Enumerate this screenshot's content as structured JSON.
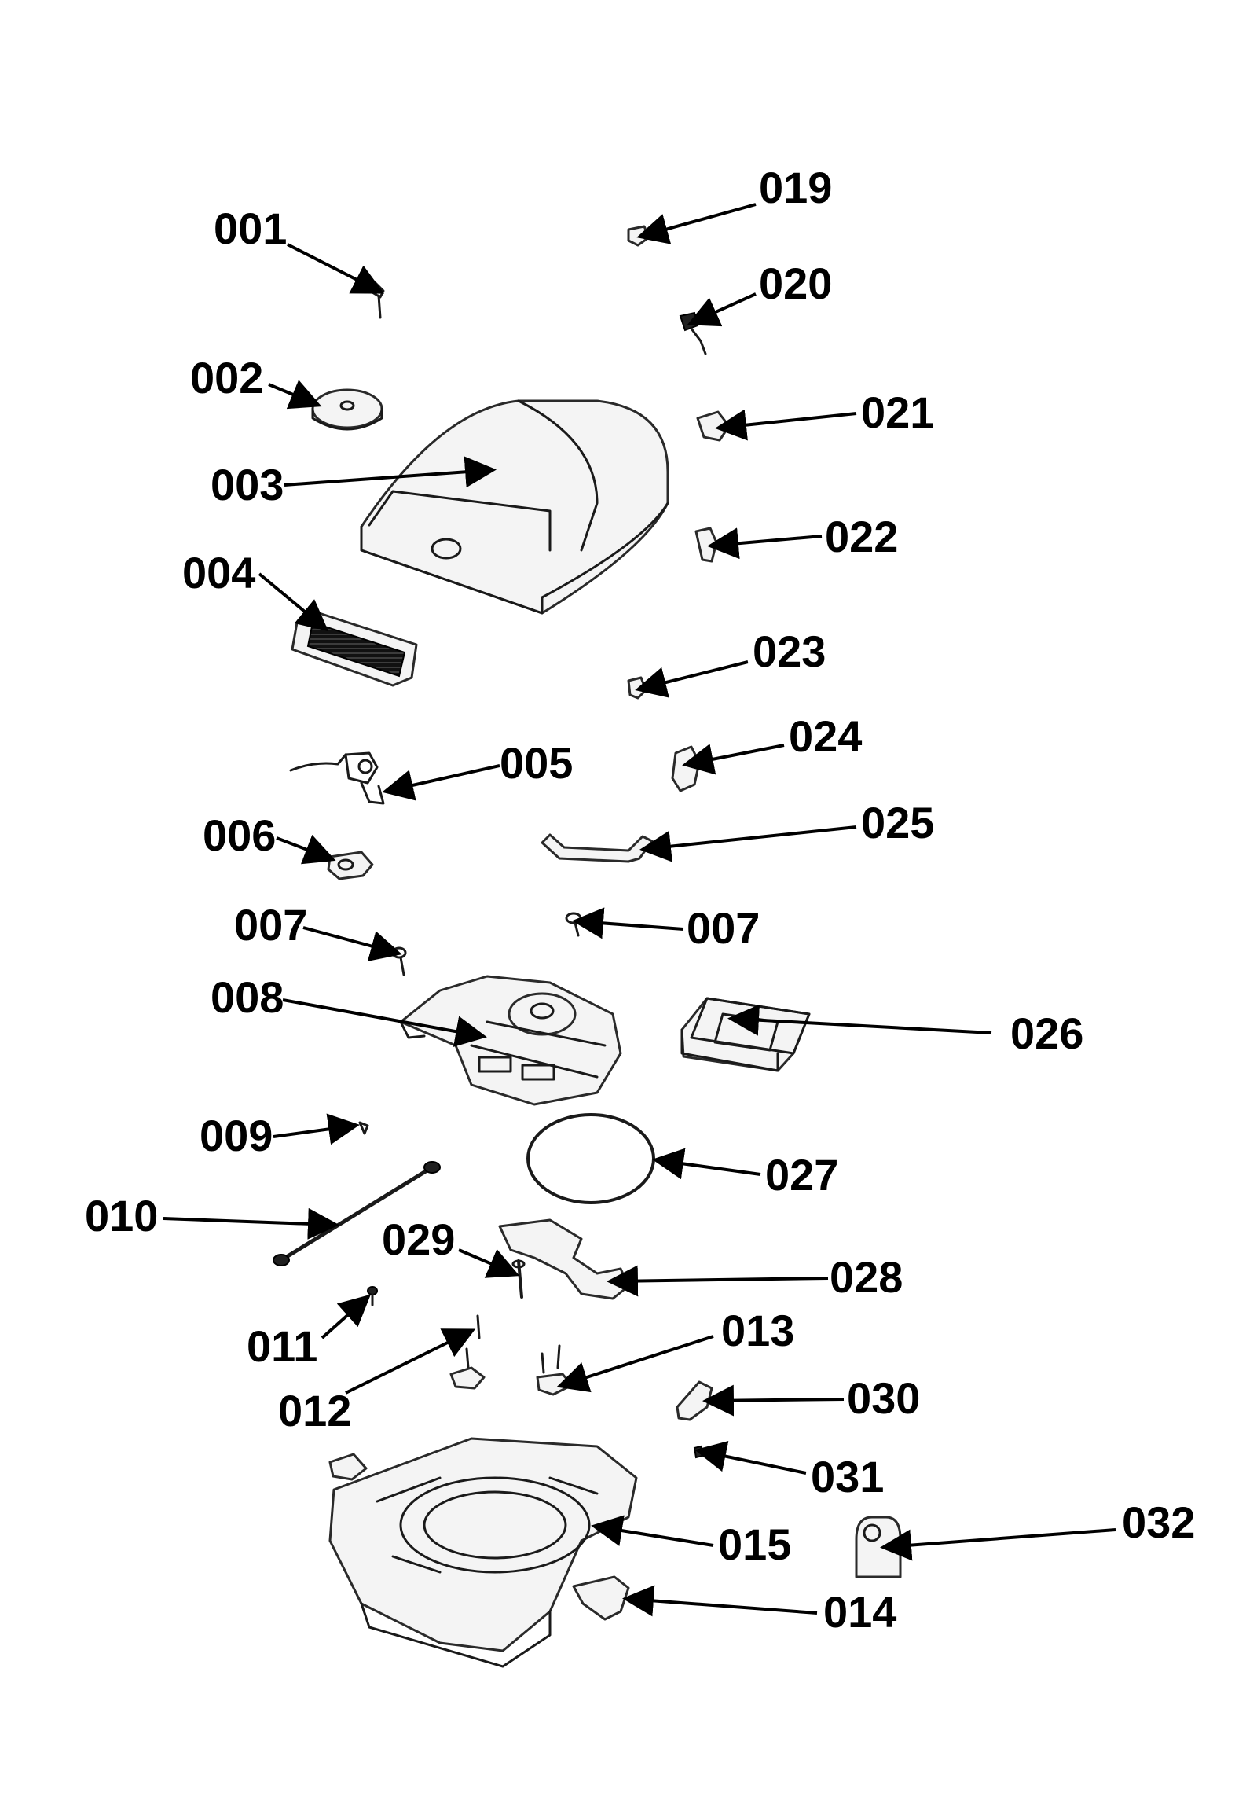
{
  "diagram": {
    "labels": {
      "p001": "001",
      "p002": "002",
      "p003": "003",
      "p004": "004",
      "p005": "005",
      "p006": "006",
      "p007a": "007",
      "p007b": "007",
      "p008": "008",
      "p009": "009",
      "p010": "010",
      "p011": "011",
      "p012": "012",
      "p013": "013",
      "p014": "014",
      "p015": "015",
      "p019": "019",
      "p020": "020",
      "p021": "021",
      "p022": "022",
      "p023": "023",
      "p024": "024",
      "p025": "025",
      "p026": "026",
      "p027": "027",
      "p028": "028",
      "p029": "029",
      "p030": "030",
      "p031": "031",
      "p032": "032"
    }
  }
}
